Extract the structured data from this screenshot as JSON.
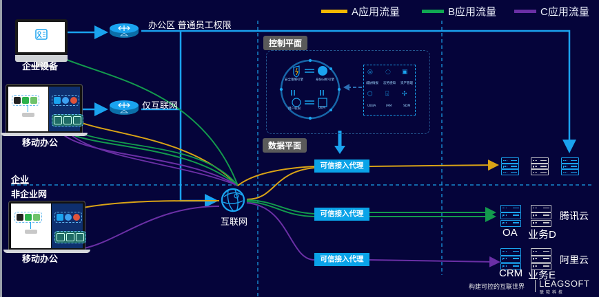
{
  "legend": [
    {
      "label": "A应用流量",
      "color": "#f5b800"
    },
    {
      "label": "B应用流量",
      "color": "#10a852"
    },
    {
      "label": "C应用流量",
      "color": "#6a2fa5"
    }
  ],
  "colors": {
    "background": "#05043a",
    "accent": "#1aa3ef",
    "proxy": "#0aa3e8",
    "plane_tag": "#5a5a5a"
  },
  "devices": {
    "enterprise_device": "企业设备",
    "mobile_office_1": "移动办公",
    "mobile_office_2": "移动办公"
  },
  "routes": {
    "office_area": "办公区 普通员工权限",
    "internet_only": "仅互联网",
    "internet": "互联网"
  },
  "zones": {
    "enterprise": "企业",
    "non_enterprise": "非企业网"
  },
  "planes": {
    "control": "控制平面",
    "data": "数据平面"
  },
  "control_plane": {
    "cycle_nodes": [
      "安全策略引擎",
      "身份分析引擎",
      "用户权限",
      "UEM"
    ],
    "capabilities": [
      "威胁情报",
      "态势感知",
      "资产管理",
      "UEBA",
      "IAM",
      "SDM"
    ]
  },
  "proxies": [
    "可信接入代理",
    "可信接入代理",
    "可信接入代理"
  ],
  "servers": {
    "top_row": [
      "",
      "",
      ""
    ],
    "tencent": {
      "cloud": "腾讯云",
      "apps": [
        "OA",
        "业务D"
      ]
    },
    "aliyun": {
      "cloud": "阿里云",
      "apps": [
        "CRM",
        "业务E"
      ]
    }
  },
  "footer": {
    "slogan": "构建可控的互联世界",
    "brand": "LEAGSOFT",
    "brand_cn": "联软科技"
  }
}
